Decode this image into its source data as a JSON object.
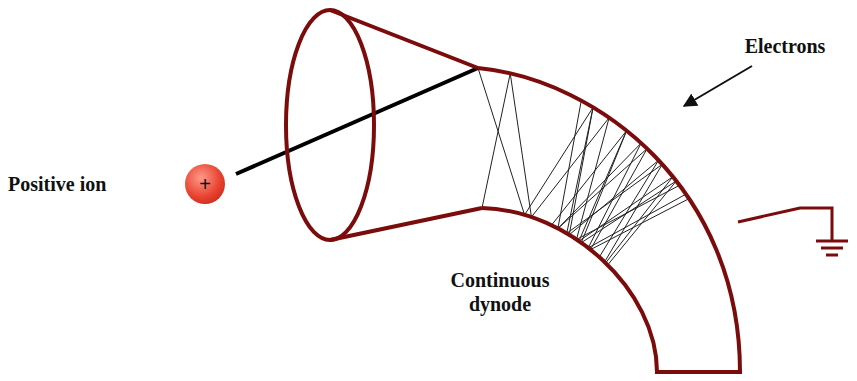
{
  "diagram": {
    "nodes": [
      {
        "text": [
          "+"
        ]
      }
    ],
    "labels": [
      "Positive ion",
      "Electrons",
      "Continuous dynode"
    ]
  }
}
